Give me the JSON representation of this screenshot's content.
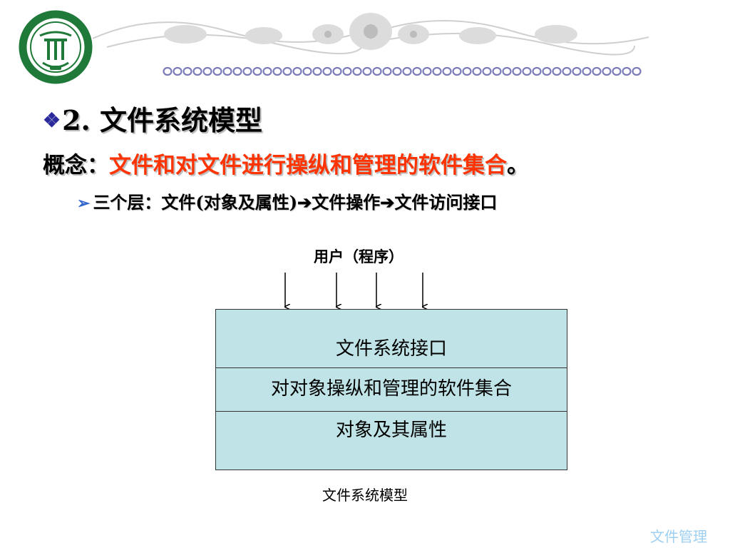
{
  "header": {
    "logo_icon": "university-seal-icon",
    "banner_icon": "ornamental-banner-icon",
    "chain_icon": "dotted-chain-divider-icon"
  },
  "slide": {
    "heading": "2. 文件系统模型",
    "concept_label": "概念：",
    "concept_text": "文件和对文件进行操纵和管理的软件集合",
    "concept_end": "。",
    "sub_point_prefix": "三个层：文件(对象及属性)",
    "sub_point_mid": "文件操作",
    "sub_point_end": "文件访问接口",
    "colors": {
      "accent_red": "#ff3300",
      "bullet_blue": "#3366cc",
      "box_fill": "#bfe3e6",
      "footer": "#9fd0f2"
    }
  },
  "diagram": {
    "user_label": "用户（程序）",
    "layers": [
      "文件系统接口",
      "对对象操纵和管理的软件集合",
      "对象及其属性"
    ],
    "caption": "文件系统模型"
  },
  "footer": {
    "label": "文件管理"
  }
}
